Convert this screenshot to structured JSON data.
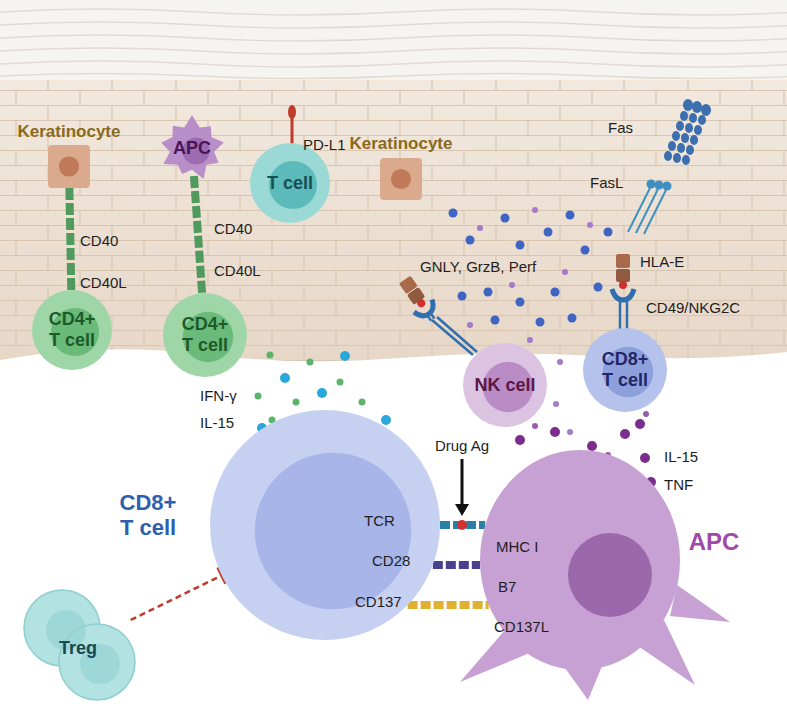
{
  "diagram": {
    "nodes": [
      {
        "text": [
          "Keratinocyte"
        ]
      },
      {
        "text": [
          "APC"
        ]
      },
      {
        "text": [
          "T cell"
        ]
      },
      {
        "text": [
          "Keratinocyte"
        ]
      },
      {
        "text": [
          "CD4+ T cell"
        ]
      },
      {
        "text": [
          "CD4+ T cell"
        ]
      },
      {
        "text": [
          "NK cell"
        ]
      },
      {
        "text": [
          "CD8+ T cell"
        ]
      },
      {
        "text": [
          "CD8+ T cell"
        ]
      },
      {
        "text": [
          "Treg"
        ]
      },
      {
        "text": [
          "APC"
        ]
      }
    ],
    "edges": [
      {
        "from": 0,
        "to": 4,
        "arrow": "none"
      },
      {
        "from": 1,
        "to": 5,
        "arrow": "none"
      },
      {
        "from": 8,
        "to": 10,
        "arrow": "none"
      },
      {
        "from": 8,
        "to": 10,
        "arrow": "none"
      },
      {
        "from": 8,
        "to": 10,
        "arrow": "none"
      },
      {
        "from": 9,
        "to": 8,
        "arrow": "to"
      }
    ],
    "labels": [
      "CD40",
      "CD40L",
      "CD40",
      "CD40L",
      "PD-L1",
      "Fas",
      "FasL",
      "GNLY, GrzB, Perf",
      "HLA-E",
      "CD49/NKG2C",
      "IFN-γ",
      "IL-15",
      "IL-15",
      "TNF",
      "Drug Ag",
      "TCR",
      "MHC I",
      "CD28",
      "B7",
      "CD137",
      "CD137L"
    ]
  }
}
